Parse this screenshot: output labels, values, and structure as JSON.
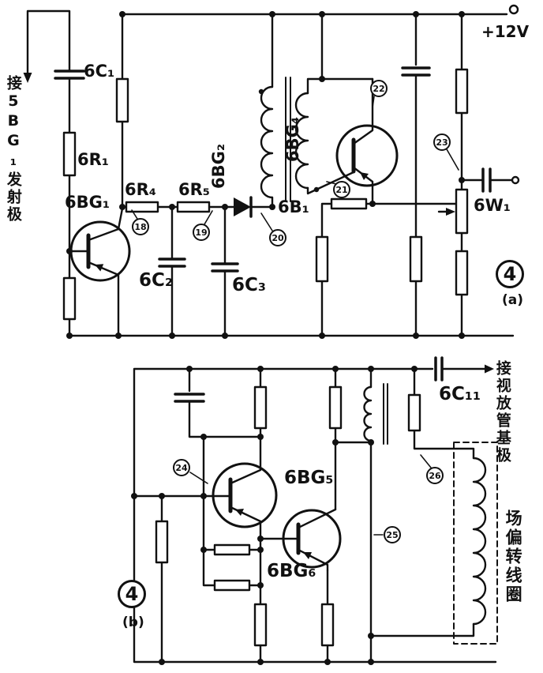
{
  "figure": {
    "supply_label": "+12V",
    "left_note": "接5BG₁发射极",
    "video_note": "接视放管基极",
    "coil_note": "场偏转线圈",
    "part_a": {
      "number": "4",
      "sub": "(a)"
    },
    "part_b": {
      "number": "4",
      "sub": "(b)"
    }
  },
  "components_a": {
    "c1": "6C₁",
    "r1": "6R₁",
    "bg1": "6BG₁",
    "r4": "6R₄",
    "r5": "6R₅",
    "bg2": "6BG₂",
    "b1": "6B₁",
    "bg4": "6BG₄",
    "w1": "6W₁",
    "c2": "6C₂",
    "c3": "6C₃"
  },
  "components_b": {
    "c11": "6C₁₁",
    "bg5": "6BG₅",
    "bg6": "6BG₆"
  },
  "callouts": {
    "n18": "18",
    "n19": "19",
    "n20": "20",
    "n21": "21",
    "n22": "22",
    "n23": "23",
    "n24": "24",
    "n25": "25",
    "n26": "26"
  }
}
